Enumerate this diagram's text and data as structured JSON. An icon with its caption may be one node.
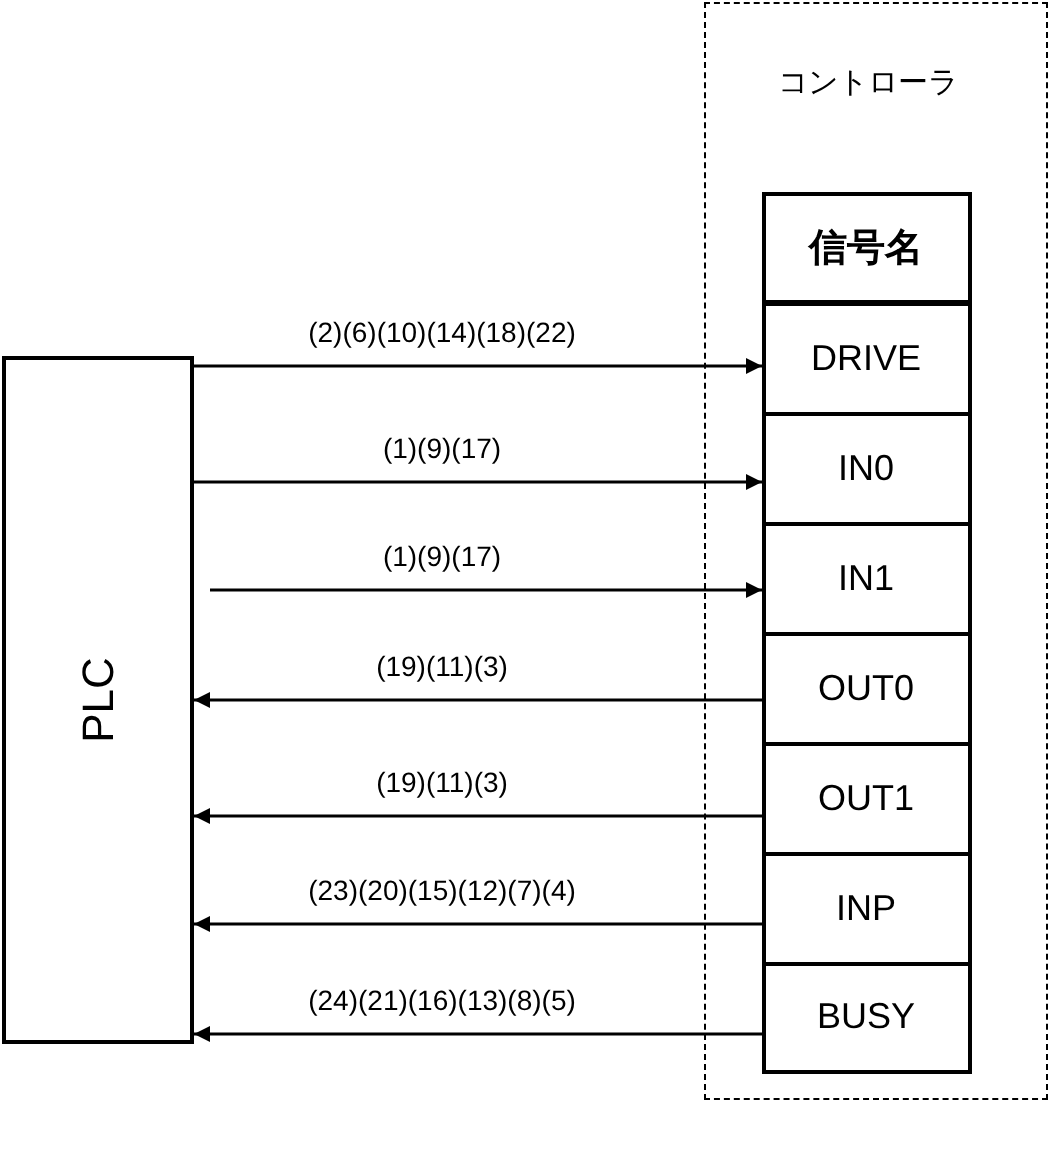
{
  "diagram": {
    "nodes": [
      {
        "text": [
          "コントローラ"
        ]
      },
      {
        "text": [
          "PLC"
        ]
      },
      {
        "text": [
          "信号名"
        ],
        "in": 0
      },
      {
        "text": [
          "DRIVE"
        ],
        "in": 0
      },
      {
        "text": [
          "IN0"
        ],
        "in": 0
      },
      {
        "text": [
          "IN1"
        ],
        "in": 0
      },
      {
        "text": [
          "OUT0"
        ],
        "in": 0
      },
      {
        "text": [
          "OUT1"
        ],
        "in": 0
      },
      {
        "text": [
          "INP"
        ],
        "in": 0
      },
      {
        "text": [
          "BUSY"
        ],
        "in": 0
      }
    ],
    "edges": [
      {
        "from": 1,
        "to": 3,
        "arrow": "to",
        "label": "(2)(6)(10)(14)(18)(22)"
      },
      {
        "from": 1,
        "to": 4,
        "arrow": "to",
        "label": "(1)(9)(17)"
      },
      {
        "from": 1,
        "to": 5,
        "arrow": "to",
        "label": "(1)(9)(17)"
      },
      {
        "from": 6,
        "to": 1,
        "arrow": "to",
        "label": "(19)(11)(3)"
      },
      {
        "from": 7,
        "to": 1,
        "arrow": "to",
        "label": "(19)(11)(3)"
      },
      {
        "from": 8,
        "to": 1,
        "arrow": "to",
        "label": "(23)(20)(15)(12)(7)(4)"
      },
      {
        "from": 9,
        "to": 1,
        "arrow": "to",
        "label": "(24)(21)(16)(13)(8)(5)"
      }
    ]
  }
}
